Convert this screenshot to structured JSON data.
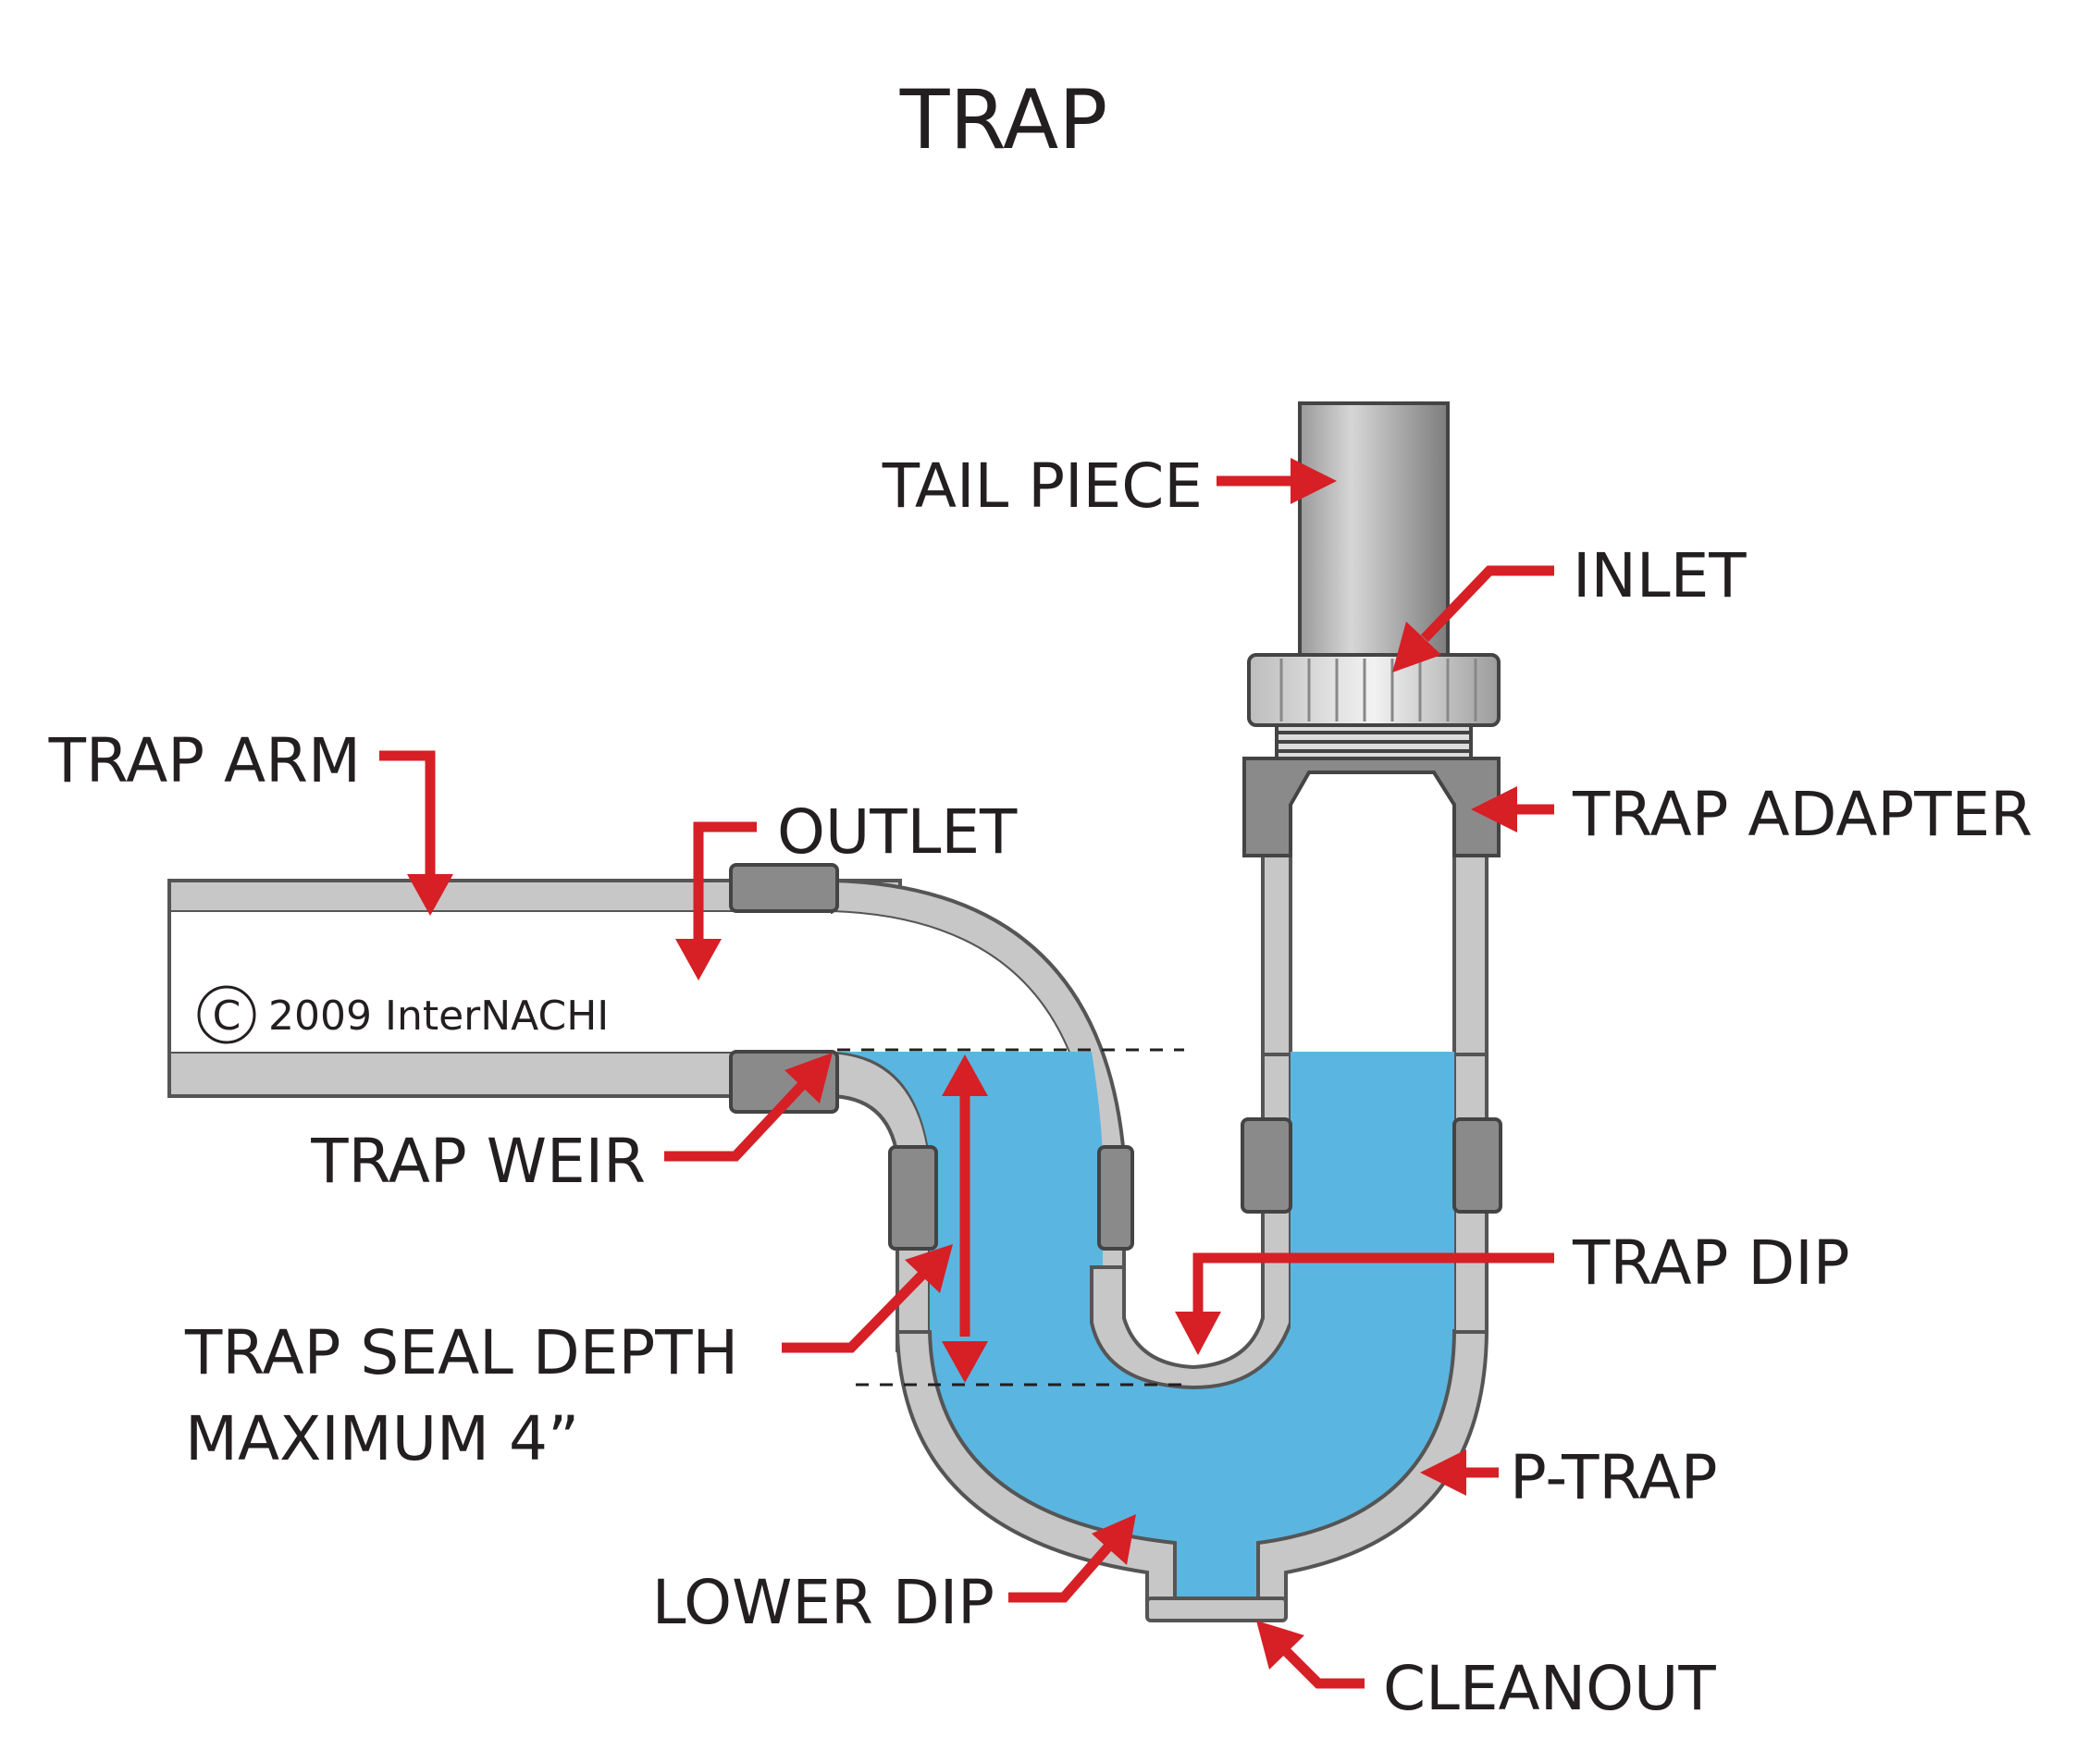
{
  "title": "TRAP",
  "copyright": "2009 InterNACHI",
  "copyright_symbol": "C",
  "labels": {
    "tail_piece": "TAIL PIECE",
    "inlet": "INLET",
    "trap_arm": "TRAP ARM",
    "outlet": "OUTLET",
    "trap_adapter": "TRAP ADAPTER",
    "trap_weir": "TRAP WEIR",
    "trap_dip": "TRAP DIP",
    "trap_seal_depth_line1": "TRAP SEAL DEPTH",
    "trap_seal_depth_line2": "MAXIMUM 4”",
    "p_trap": "P-TRAP",
    "lower_dip": "LOWER DIP",
    "cleanout": "CLEANOUT"
  },
  "colors": {
    "arrow": "#d71f26",
    "water": "#5ab6e0",
    "pipe": "#c7c7c7",
    "text": "#231f20"
  }
}
